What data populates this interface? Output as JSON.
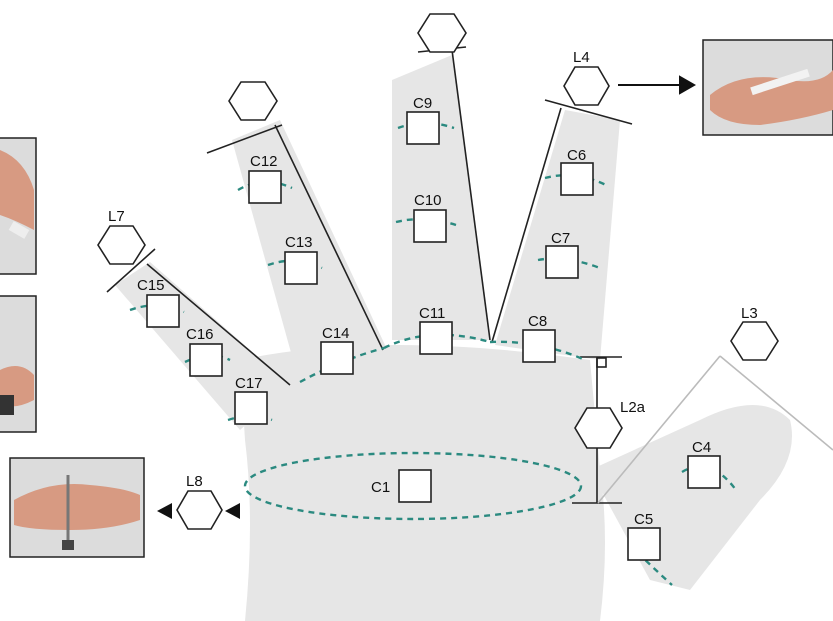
{
  "diagram": {
    "circumference_labels": [
      "C1",
      "C4",
      "C5",
      "C6",
      "C7",
      "C8",
      "C9",
      "C10",
      "C11",
      "C12",
      "C13",
      "C14",
      "C15",
      "C16",
      "C17"
    ],
    "length_labels": [
      "L2a",
      "L3",
      "L4",
      "L7",
      "L8"
    ],
    "colors": {
      "hand_fill": "#e6e6e6",
      "dashed_circumference": "#2b8a80",
      "lines": "#222222",
      "photo_skin": "#d79a82",
      "photo_bg": "#dcdcdc"
    },
    "icons": [
      "hexagon-marker-icon",
      "square-marker-icon",
      "arrow-right-icon",
      "arrowhead-left-icon"
    ],
    "photo_insets": [
      "photo-top-right",
      "photo-bottom-left",
      "photo-left-top",
      "photo-left-middle"
    ]
  }
}
